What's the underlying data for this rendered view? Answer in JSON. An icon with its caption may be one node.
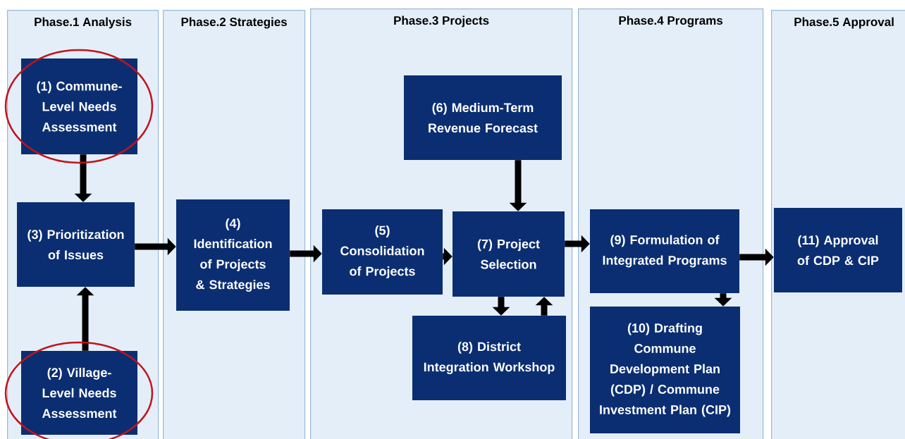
{
  "diagram": {
    "nodes": [
      {
        "text": [
          "Phase.1 Analysis"
        ]
      },
      {
        "text": [
          "Phase.2 Strategies"
        ]
      },
      {
        "text": [
          "Phase.3 Projects"
        ]
      },
      {
        "text": [
          "Phase.4 Programs"
        ]
      },
      {
        "text": [
          "Phase.5 Approval"
        ]
      },
      {
        "text": [
          "(1) Commune-Level Needs Assessment"
        ],
        "in": 0
      },
      {
        "text": [
          "(3) Prioritization of Issues"
        ],
        "in": 0
      },
      {
        "text": [
          "(2) Village-Level Needs Assessment"
        ],
        "in": 0
      },
      {
        "text": [
          "(4) Identification of Projects & Strategies"
        ],
        "in": 1
      },
      {
        "text": [
          "(5) Consolidation of Projects"
        ],
        "in": 2
      },
      {
        "text": [
          "(6) Medium-Term Revenue Forecast"
        ],
        "in": 2
      },
      {
        "text": [
          "(7) Project Selection"
        ],
        "in": 2
      },
      {
        "text": [
          "(8) District Integration Workshop"
        ],
        "in": 2
      },
      {
        "text": [
          "(9) Formulation of Integrated Programs"
        ],
        "in": 3
      },
      {
        "text": [
          "(10) Drafting Commune Development Plan (CDP) / Commune Investment Plan (CIP)"
        ],
        "in": 3
      },
      {
        "text": [
          "(11) Approval of CDP & CIP"
        ],
        "in": 4
      }
    ],
    "edges": [
      {
        "from": 5,
        "to": 6,
        "arrow": "to"
      },
      {
        "from": 7,
        "to": 6,
        "arrow": "to"
      },
      {
        "from": 6,
        "to": 8,
        "arrow": "to"
      },
      {
        "from": 8,
        "to": 9,
        "arrow": "to"
      },
      {
        "from": 9,
        "to": 11,
        "arrow": "to"
      },
      {
        "from": 10,
        "to": 11,
        "arrow": "to"
      },
      {
        "from": 11,
        "to": 12,
        "arrow": "to"
      },
      {
        "from": 12,
        "to": 11,
        "arrow": "to"
      },
      {
        "from": 11,
        "to": 13,
        "arrow": "to"
      },
      {
        "from": 13,
        "to": 14,
        "arrow": "to"
      },
      {
        "from": 13,
        "to": 15,
        "arrow": "to"
      }
    ]
  }
}
